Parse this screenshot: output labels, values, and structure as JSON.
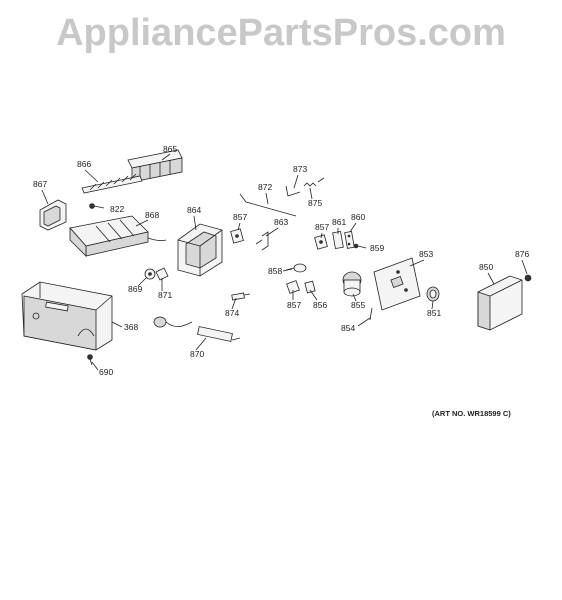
{
  "watermark": "AppliancePartsPros.com",
  "art_number": "(ART NO. WR18599 C)",
  "colors": {
    "watermark": "#c8c8c8",
    "line": "#222222",
    "background": "#ffffff"
  },
  "parts": [
    {
      "id": "865"
    },
    {
      "id": "866"
    },
    {
      "id": "867"
    },
    {
      "id": "822"
    },
    {
      "id": "868"
    },
    {
      "id": "864"
    },
    {
      "id": "857a",
      "label": "857"
    },
    {
      "id": "863"
    },
    {
      "id": "872"
    },
    {
      "id": "873"
    },
    {
      "id": "875"
    },
    {
      "id": "857b",
      "label": "857"
    },
    {
      "id": "861"
    },
    {
      "id": "860"
    },
    {
      "id": "859"
    },
    {
      "id": "853"
    },
    {
      "id": "850"
    },
    {
      "id": "876"
    },
    {
      "id": "869"
    },
    {
      "id": "871"
    },
    {
      "id": "858"
    },
    {
      "id": "857c",
      "label": "857"
    },
    {
      "id": "856"
    },
    {
      "id": "855"
    },
    {
      "id": "851"
    },
    {
      "id": "854"
    },
    {
      "id": "874"
    },
    {
      "id": "870"
    },
    {
      "id": "368"
    },
    {
      "id": "690"
    }
  ]
}
